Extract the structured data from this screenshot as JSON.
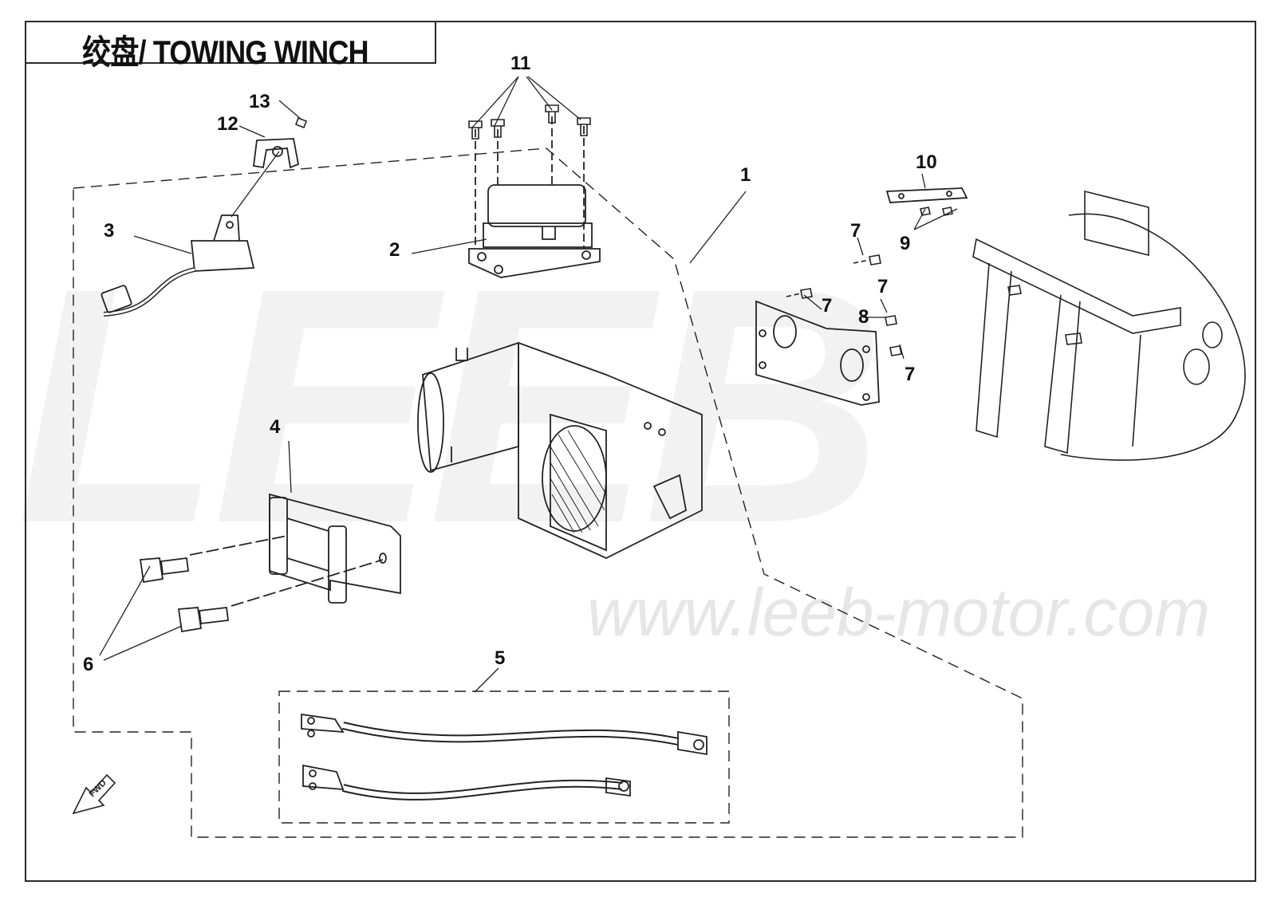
{
  "title": "绞盘/ TOWING WINCH",
  "watermark": {
    "logo": "LEEB",
    "url": "www.leeb-motor.com"
  },
  "callouts": {
    "c1": "1",
    "c2": "2",
    "c3": "3",
    "c4": "4",
    "c5": "5",
    "c6": "6",
    "c7a": "7",
    "c7b": "7",
    "c7c": "7",
    "c7d": "7",
    "c8": "8",
    "c9": "9",
    "c10": "10",
    "c11": "11",
    "c12": "12",
    "c13": "13"
  },
  "fwd_label": "FWD"
}
